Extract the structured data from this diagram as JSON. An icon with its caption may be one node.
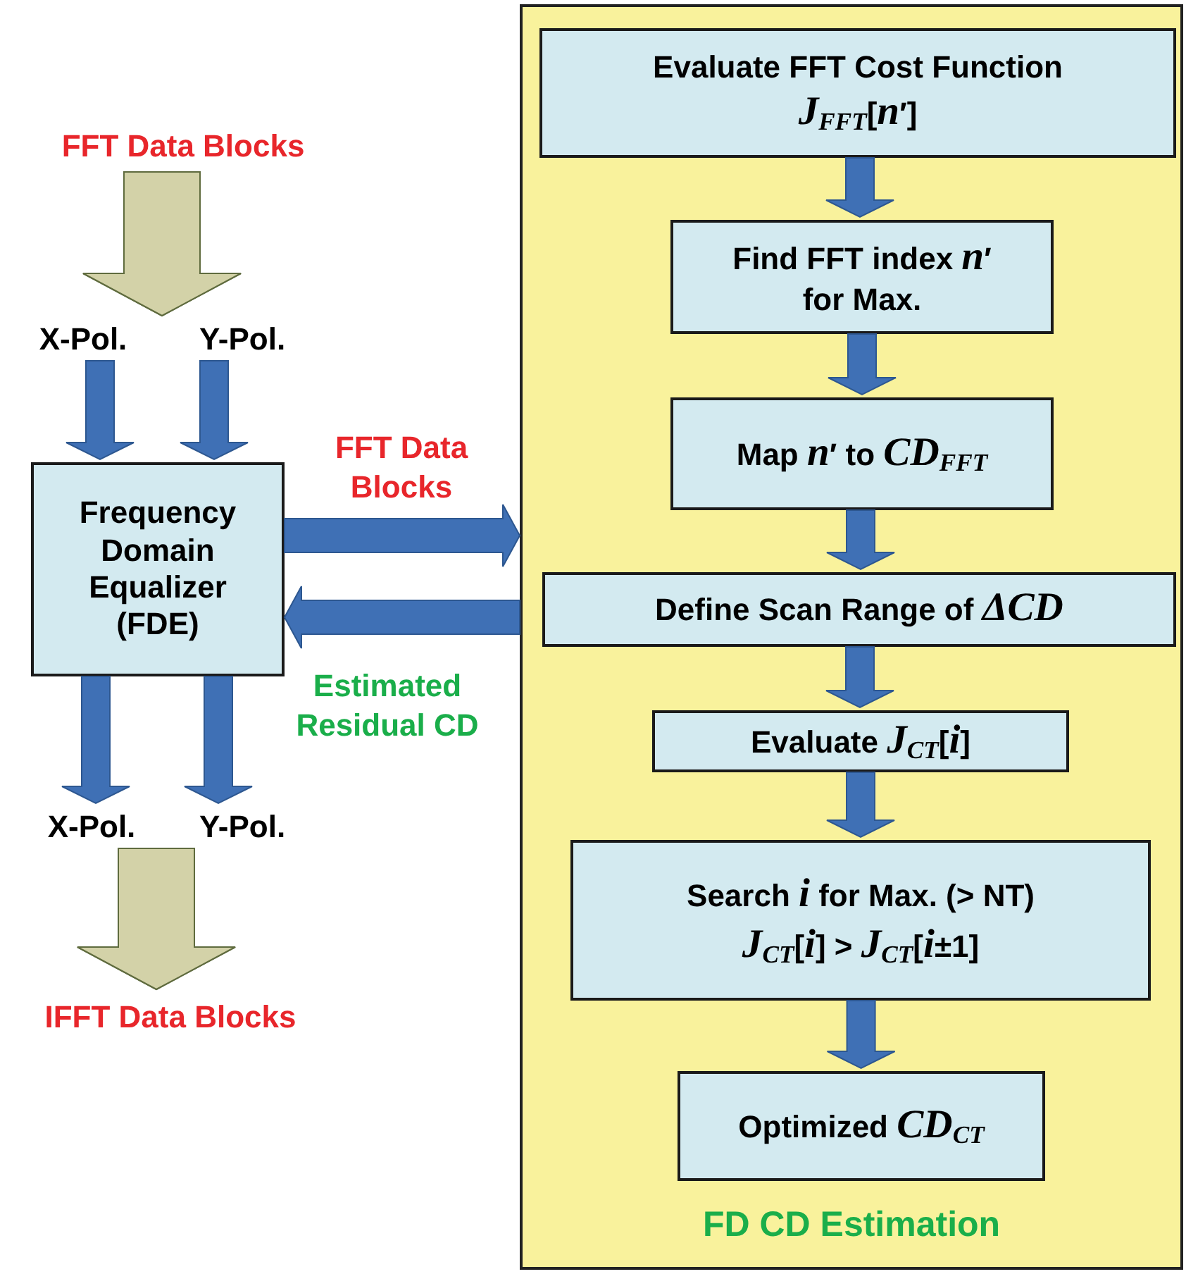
{
  "diagram": {
    "nodes": [
      {
        "text": [
          "FFT Data Blocks"
        ]
      },
      {
        "text": [
          "X-Pol."
        ]
      },
      {
        "text": [
          "Y-Pol."
        ]
      },
      {
        "text": [
          "Frequency Domain Equalizer (FDE)"
        ]
      },
      {
        "text": [
          "X-Pol."
        ]
      },
      {
        "text": [
          "Y-Pol."
        ]
      },
      {
        "text": [
          "IFFT Data Blocks"
        ]
      },
      {
        "text": [
          "FD CD Estimation"
        ]
      },
      {
        "text": [
          "Evaluate FFT Cost Function",
          "*J*$_{FFT}$[*n*′]"
        ],
        "in": 7
      },
      {
        "text": [
          "Find FFT index *n*′ for Max."
        ],
        "in": 7
      },
      {
        "text": [
          "Map *n*′ to *CD*$_{FFT}$"
        ],
        "in": 7
      },
      {
        "text": [
          "Define Scan Range of *ΔCD*"
        ],
        "in": 7
      },
      {
        "text": [
          "Evaluate *J*$_{CT}$[*i*]"
        ],
        "in": 7
      },
      {
        "text": [
          "Search *i* for Max. (> NT)",
          "*J*$_{CT}$[*i*] > *J*$_{CT}$[*i*±1]"
        ],
        "in": 7
      },
      {
        "text": [
          "Optimized *CD*$_{CT}$"
        ],
        "in": 7
      }
    ],
    "edges": [
      {
        "from": 0,
        "to": 1,
        "arrow": "to",
        "style": "thick",
        "color": "#d3d2a8"
      },
      {
        "from": 0,
        "to": 2,
        "arrow": "to",
        "style": "thick",
        "color": "#d3d2a8"
      },
      {
        "from": 1,
        "to": 3,
        "arrow": "to"
      },
      {
        "from": 2,
        "to": 3,
        "arrow": "to"
      },
      {
        "from": 3,
        "to": 4,
        "arrow": "to"
      },
      {
        "from": 3,
        "to": 5,
        "arrow": "to"
      },
      {
        "from": 4,
        "to": 6,
        "arrow": "to",
        "style": "thick",
        "color": "#d3d2a8"
      },
      {
        "from": 5,
        "to": 6,
        "arrow": "to",
        "style": "thick",
        "color": "#d3d2a8"
      },
      {
        "from": 3,
        "to": 7,
        "arrow": "to",
        "label": "FFT Data Blocks"
      },
      {
        "from": 7,
        "to": 3,
        "arrow": "to",
        "label": "Estimated Residual CD"
      },
      {
        "from": 8,
        "to": 9,
        "arrow": "to"
      },
      {
        "from": 9,
        "to": 10,
        "arrow": "to"
      },
      {
        "from": 10,
        "to": 11,
        "arrow": "to"
      },
      {
        "from": 11,
        "to": 12,
        "arrow": "to"
      },
      {
        "from": 12,
        "to": 13,
        "arrow": "to"
      },
      {
        "from": 13,
        "to": 14,
        "arrow": "to"
      }
    ]
  }
}
